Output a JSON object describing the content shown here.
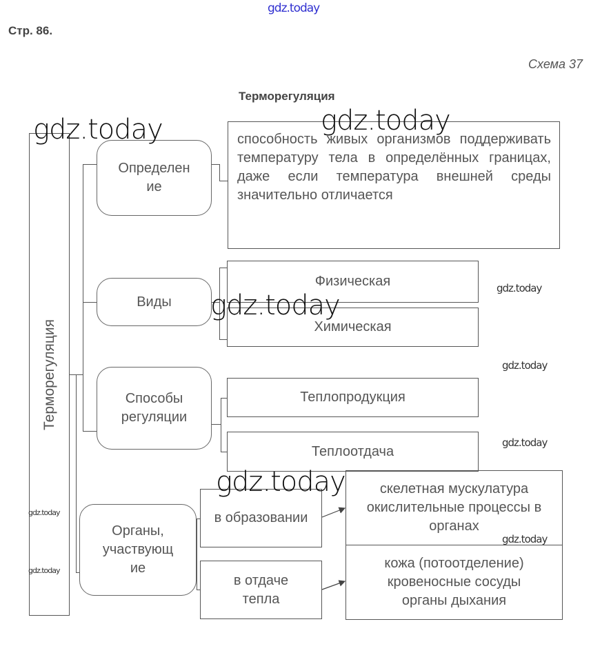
{
  "header": {
    "watermark_top": "gdz.today",
    "page_ref": "Стр. 86.",
    "scheme_label": "Схема 37",
    "title": "Терморегуляция"
  },
  "diagram": {
    "root": "Терморегуляция",
    "definition": {
      "label": "Определен ие",
      "text": "способность живых организмов поддерживать температуру тела в определённых границах, даже если температура внешней среды значительно отличается"
    },
    "types": {
      "label": "Виды",
      "items": [
        "Физическая",
        "Химическая"
      ]
    },
    "methods": {
      "label": "Способы регуляции",
      "items": [
        "Теплопродукция",
        "Теплоотдача"
      ]
    },
    "organs": {
      "label": "Органы, участвующ ие",
      "groups": [
        {
          "label": "в образовании",
          "result": "скелетная мускулатура окислительные процессы в органах"
        },
        {
          "label": "в отдаче тепла",
          "result": "кожа (потоотделение) кровеносные сосуды органы дыхания"
        }
      ]
    }
  },
  "watermarks": [
    "gdz.today",
    "gdz.today",
    "gdz.today",
    "gdz.today",
    "gdz.today",
    "gdz.today",
    "gdz.today",
    "gdz.today",
    "gdz.today",
    "gdz.today"
  ]
}
